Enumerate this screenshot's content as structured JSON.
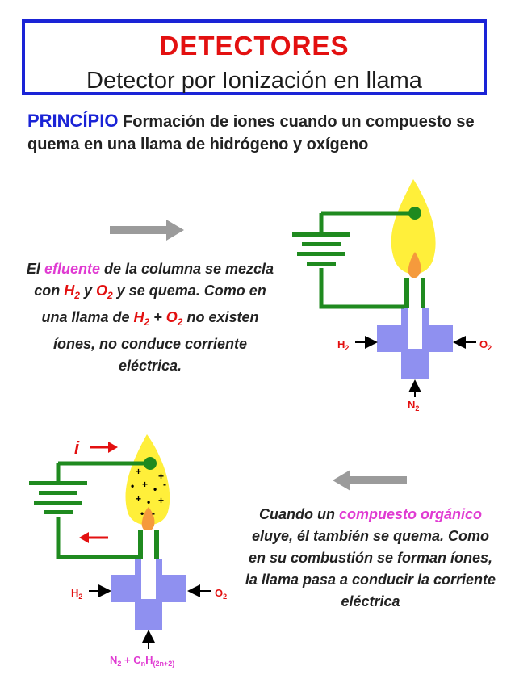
{
  "header": {
    "title": "DETECTORES",
    "subtitle": "Detector por Ionización en llama"
  },
  "principle": {
    "keyword": "PRINCÍPIO",
    "text": " Formación de iones cuando un compuesto se quema en una llama de hidrógeno y oxígeno"
  },
  "panel1": {
    "t1": "El ",
    "t2": "efluente",
    "t3": " de la columna se mezcla con ",
    "h": "H",
    "h_sub": "2",
    "y1": " y ",
    "o": "O",
    "o_sub": "2",
    "t4": " y se quema. Como en una llama de ",
    "h2": "H",
    "h2_sub": "2",
    "plus": " + ",
    "o2": "O",
    "o2_sub": "2",
    "t5": "  no existen íones,  no conduce corriente eléctrica.",
    "label_h2": "H",
    "label_h2_sub": "2",
    "label_o2": "O",
    "label_o2_sub": "2",
    "label_n2": "N",
    "label_n2_sub": "2"
  },
  "panel2": {
    "t1": "Cuando un ",
    "t2": "compuesto orgánico",
    "t3": " eluye, él también se quema. Como en su combustión se forman íones, la llama pasa a conducir la corriente eléctrica",
    "current_symbol": "i",
    "label_h2": "H",
    "label_h2_sub": "2",
    "label_o2": "O",
    "label_o2_sub": "2",
    "label_n2": "N",
    "label_n2_sub": "2",
    "plus": " + ",
    "label_c": "C",
    "label_c_sub": "n",
    "label_h": "H",
    "label_h_sub": "(2n+2)"
  },
  "colors": {
    "blue": "#1a23d6",
    "red": "#e31010",
    "magenta": "#e03bd2",
    "green": "#1f8a1f",
    "flame_yellow": "#ffef3a",
    "flame_orange": "#f59a3c",
    "cross_blue": "#8f90f0",
    "arrow_gray": "#9b9b9b"
  }
}
